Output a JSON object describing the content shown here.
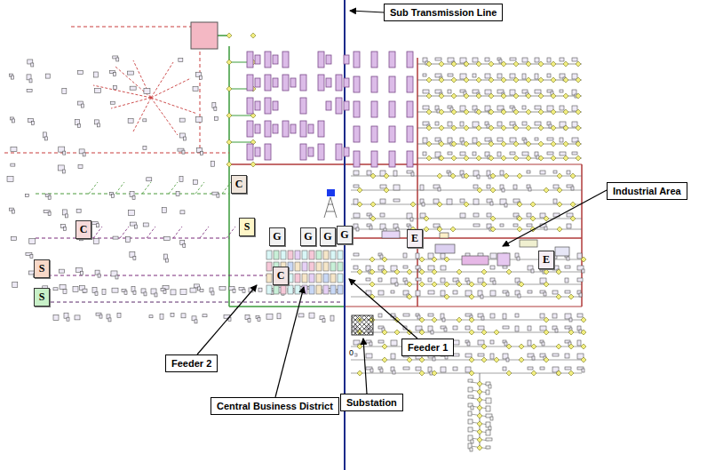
{
  "diagram": {
    "nodes": [
      {
        "text": [
          "Sub Transmission Line"
        ]
      },
      {
        "text": [
          "C"
        ]
      },
      {
        "text": [
          "Industrial Area"
        ]
      },
      {
        "text": [
          "C"
        ]
      },
      {
        "text": [
          "S"
        ]
      },
      {
        "text": [
          "G"
        ]
      },
      {
        "text": [
          "G"
        ]
      },
      {
        "text": [
          "G"
        ]
      },
      {
        "text": [
          "G"
        ]
      },
      {
        "text": [
          "E"
        ]
      },
      {
        "text": [
          "E"
        ]
      },
      {
        "text": [
          "S"
        ]
      },
      {
        "text": [
          "C"
        ]
      },
      {
        "text": [
          "S"
        ]
      },
      {
        "text": [
          "Feeder 1"
        ]
      },
      {
        "text": [
          "Feeder 2"
        ]
      },
      {
        "text": [
          "Substation"
        ]
      },
      {
        "text": [
          "Central Business District"
        ]
      }
    ],
    "labels": [
      "0"
    ]
  }
}
